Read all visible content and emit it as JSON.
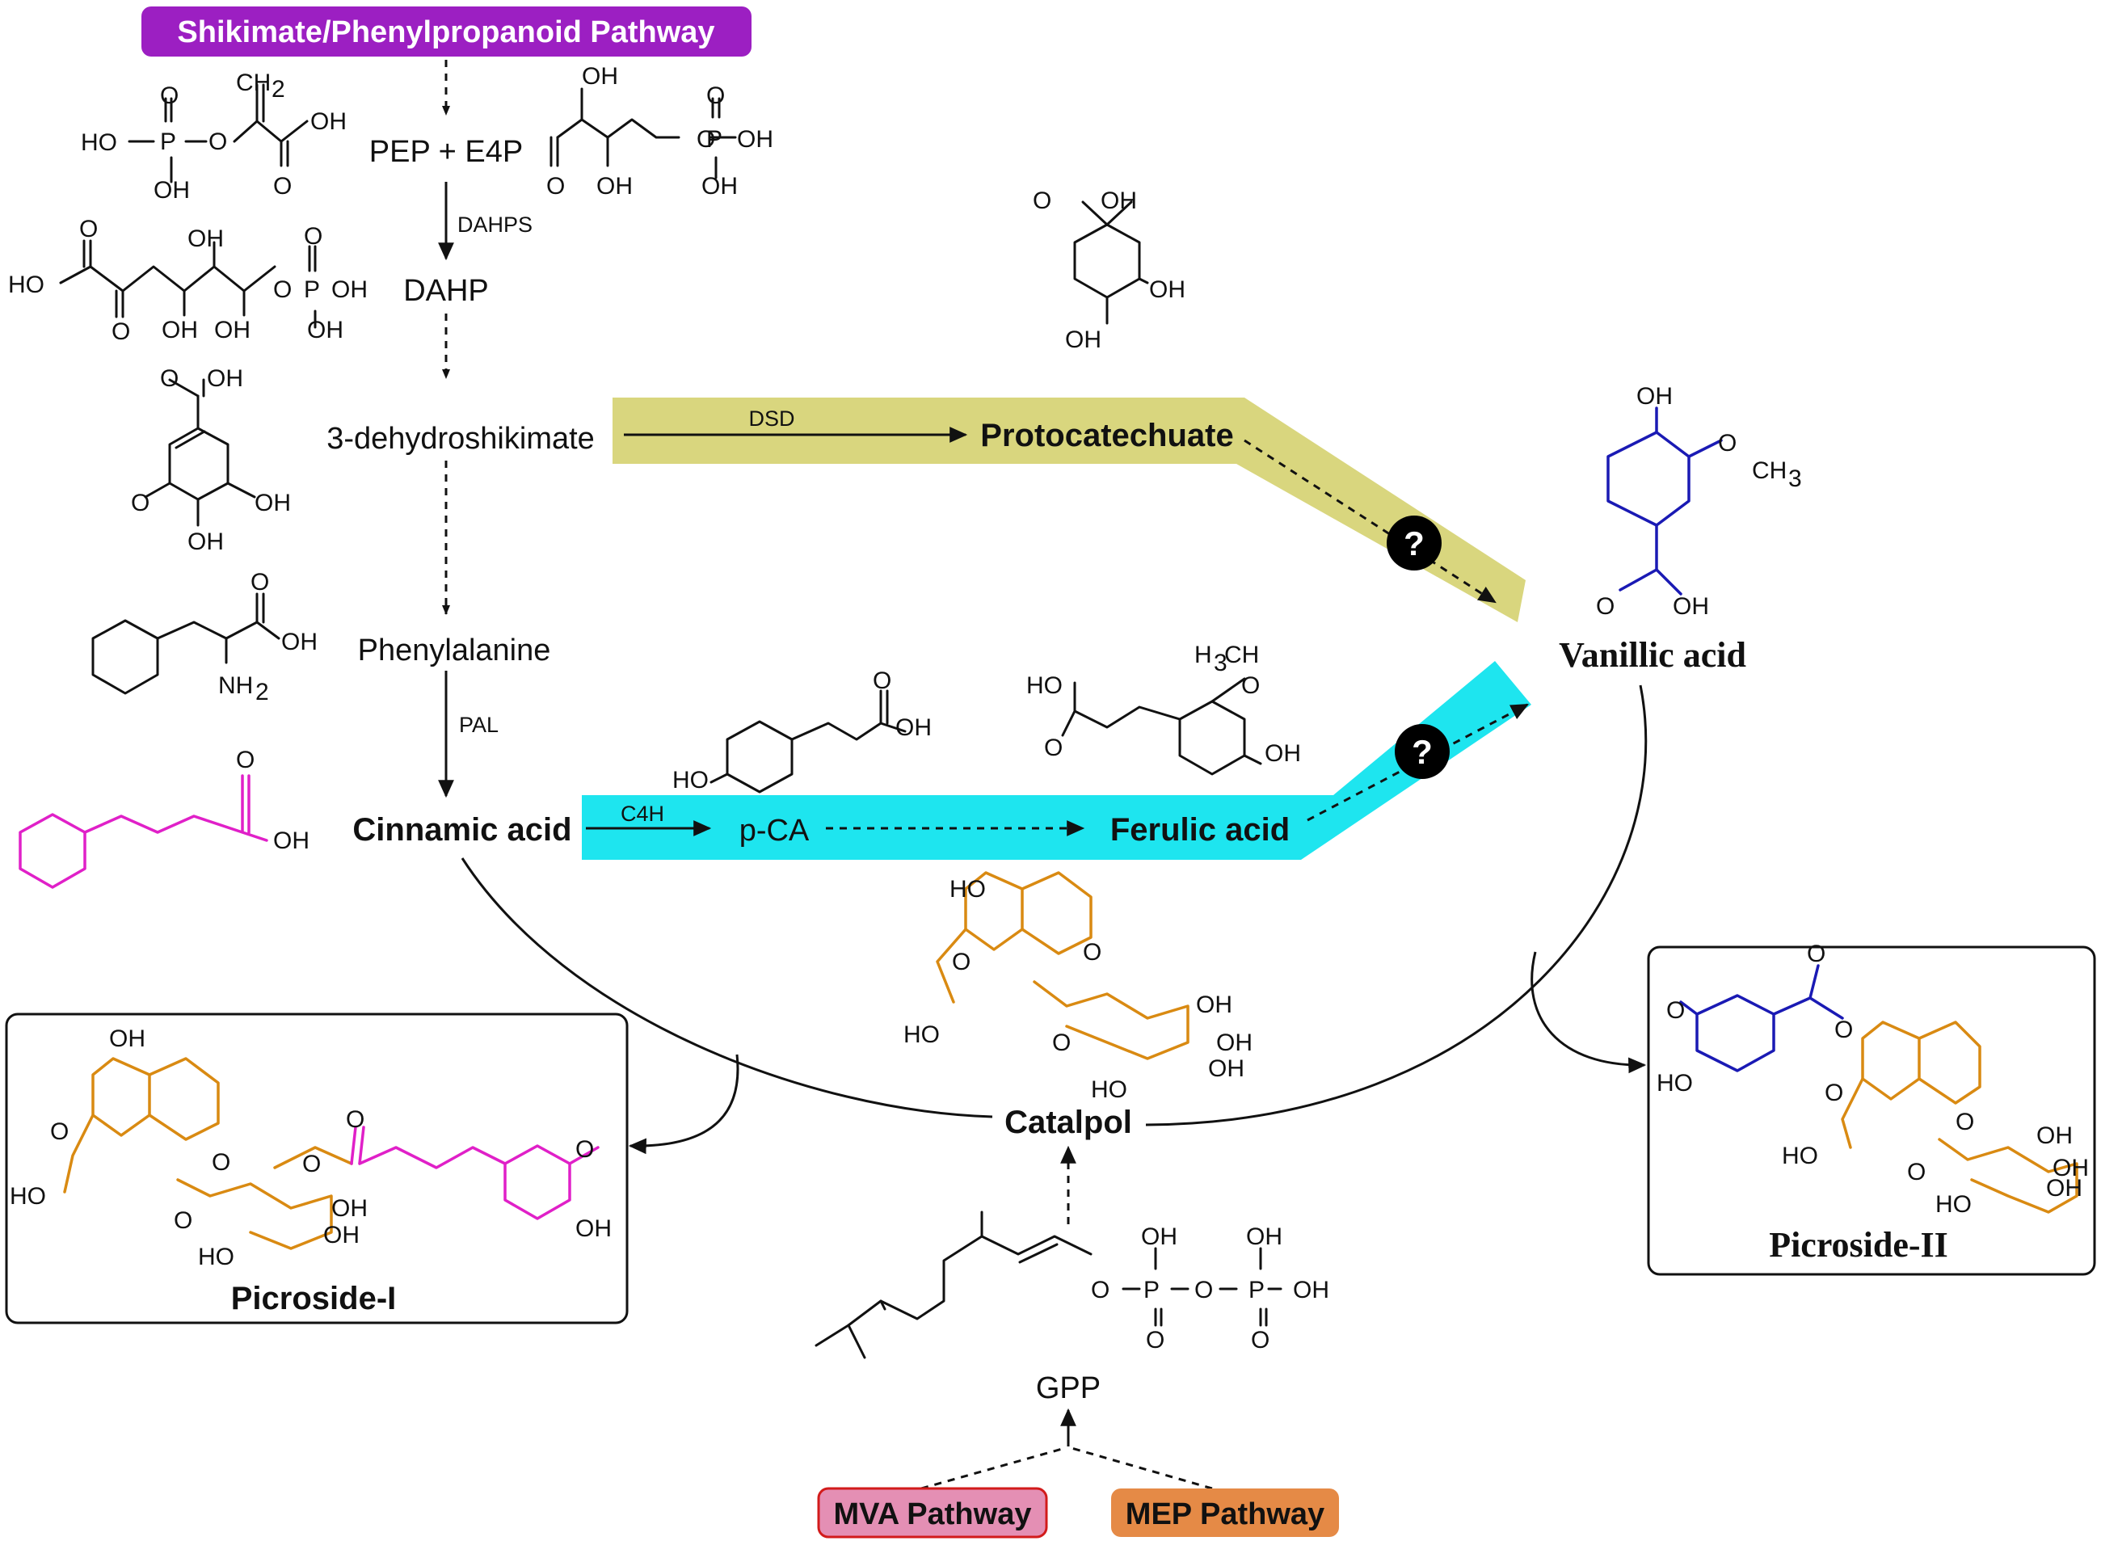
{
  "banner": {
    "label": "Shikimate/Phenylpropanoid Pathway",
    "color": "#9c1fc2"
  },
  "intermediates": {
    "pep_e4p": "PEP + E4P",
    "dahp": "DAHP",
    "dehydroshikimate": "3-dehydroshikimate",
    "phenylalanine": "Phenylalanine",
    "cinnamic_acid": "Cinnamic acid",
    "pca": "p-CA",
    "ferulic_acid": "Ferulic acid",
    "protocatechuate": "Protocatechuate",
    "vanillic_acid": "Vanillic acid",
    "catalpol": "Catalpol",
    "gpp": "GPP"
  },
  "enzymes": {
    "dahps": "DAHPS",
    "pal": "PAL",
    "dsd": "DSD",
    "c4h": "C4H"
  },
  "unknown_marker": "?",
  "products": {
    "picroside_1": "Picroside-I",
    "picroside_2": "Picroside-II"
  },
  "sources": {
    "mva": {
      "label": "MVA Pathway",
      "color": "#e48fb4"
    },
    "mep": {
      "label": "MEP Pathway",
      "color": "#e58a46"
    }
  },
  "bands": {
    "dsd_band_color": "#d9d67e",
    "c4h_band_color": "#1ee5ef"
  },
  "colors": {
    "vanillic": "#1a1ab4",
    "catalpol": "#d98a12",
    "cinnamic": "#e020c8"
  },
  "atoms": {
    "oh": "OH",
    "ho": "HO",
    "o": "O",
    "p": "P",
    "ch2": "CH",
    "ch3": "CH",
    "h3c": "H",
    "nh2": "NH",
    "sub2": "2",
    "sub3": "3",
    "dash_o": "O"
  }
}
